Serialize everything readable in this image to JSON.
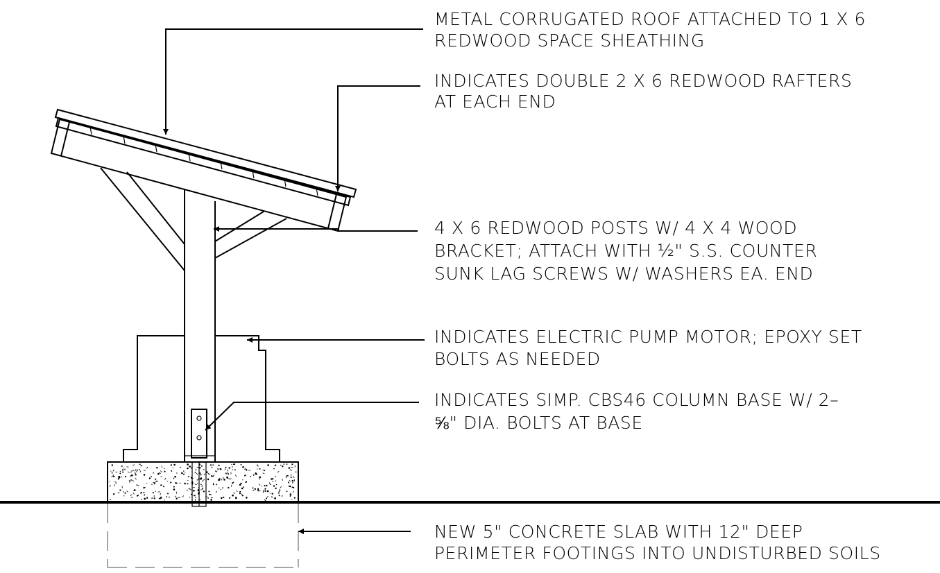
{
  "callouts": [
    {
      "lines": [
        "METAL CORRUGATED ROOF ATTACHED TO 1 X 6",
        "REDWOOD SPACE SHEATHING"
      ]
    },
    {
      "lines": [
        "INDICATES DOUBLE 2 X 6 REDWOOD RAFTERS",
        "AT EACH END"
      ]
    },
    {
      "lines": [
        "4 X 6 REDWOOD POSTS W/ 4 X 4 WOOD",
        "BRACKET; ATTACH WITH ½\" S.S. COUNTER",
        "SUNK LAG SCREWS W/ WASHERS EA. END"
      ]
    },
    {
      "lines": [
        "INDICATES ELECTRIC PUMP MOTOR; EPOXY SET",
        "BOLTS AS NEEDED"
      ]
    },
    {
      "lines": [
        "INDICATES SIMP. CBS46 COLUMN BASE W/ 2–",
        "⅝\" DIA. BOLTS AT BASE"
      ]
    },
    {
      "lines": [
        "NEW 5\" CONCRETE SLAB WITH 12\" DEEP",
        "PERIMETER FOOTINGS INTO UNDISTURBED SOILS"
      ]
    }
  ]
}
